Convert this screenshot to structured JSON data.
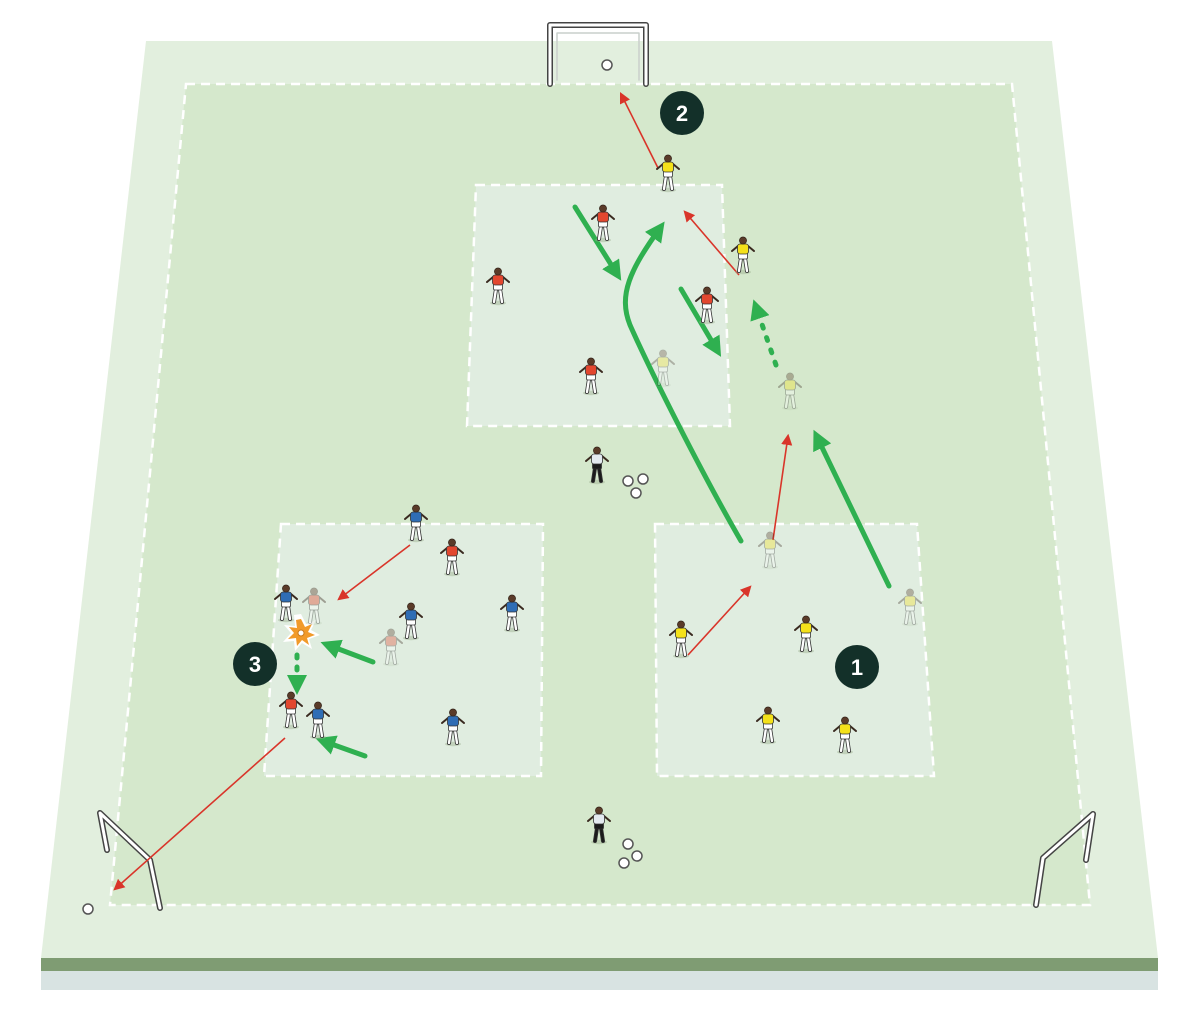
{
  "diagram": {
    "kind": "soccer-training-drill",
    "colors": {
      "pitch_outer": "#e2efde",
      "pitch_inner": "#d5e8cc",
      "grid": "#e0ede0",
      "pitch_edge": "#7f9c73",
      "pitch_base": "#d8e3e2",
      "dashed_line": "#ffffff",
      "pass_arrow": "#d9352a",
      "run_arrow": "#2fb050",
      "badge": "#133029",
      "team_yellow": "#f4e11a",
      "team_red": "#e2472f",
      "team_blue": "#2f6db5",
      "coach_shirt": "#e4eaf0",
      "burst": "#f19a2a"
    },
    "badges": [
      {
        "label": "1",
        "name": "step-1-badge"
      },
      {
        "label": "2",
        "name": "step-2-badge"
      },
      {
        "label": "3",
        "name": "step-3-badge"
      }
    ],
    "icons": [
      "goal-icon",
      "ball-icon",
      "player-icon",
      "coach-icon",
      "ball-pile-icon",
      "tackle-burst-icon"
    ]
  }
}
